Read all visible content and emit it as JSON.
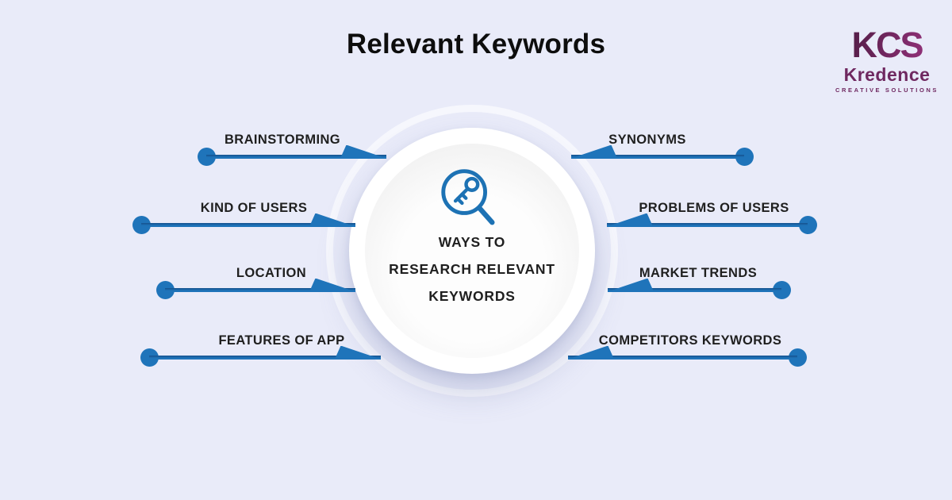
{
  "title": "Relevant Keywords",
  "logo": {
    "acronym": "KCS",
    "name": "Kredence",
    "tagline": "CREATIVE SOLUTIONS"
  },
  "center": {
    "icon": "key-magnifier",
    "lines": [
      "WAYS TO",
      "RESEARCH RELEVANT",
      "KEYWORDS"
    ]
  },
  "branches": {
    "left": [
      {
        "label": "BRAINSTORMING"
      },
      {
        "label": "KIND OF USERS"
      },
      {
        "label": "LOCATION"
      },
      {
        "label": "FEATURES OF APP"
      }
    ],
    "right": [
      {
        "label": "SYNONYMS"
      },
      {
        "label": "PROBLEMS OF USERS"
      },
      {
        "label": "MARKET TRENDS"
      },
      {
        "label": "COMPETITORS KEYWORDS"
      }
    ]
  },
  "colors": {
    "background": "#e9ebf9",
    "accent_blue": "#1f74ba",
    "accent_blue_dark": "#15518d",
    "text_dark": "#1f1f1f",
    "brand_purple": "#6f2860",
    "brand_purple_dark": "#4f1c44",
    "brand_purple_light": "#93317a"
  }
}
